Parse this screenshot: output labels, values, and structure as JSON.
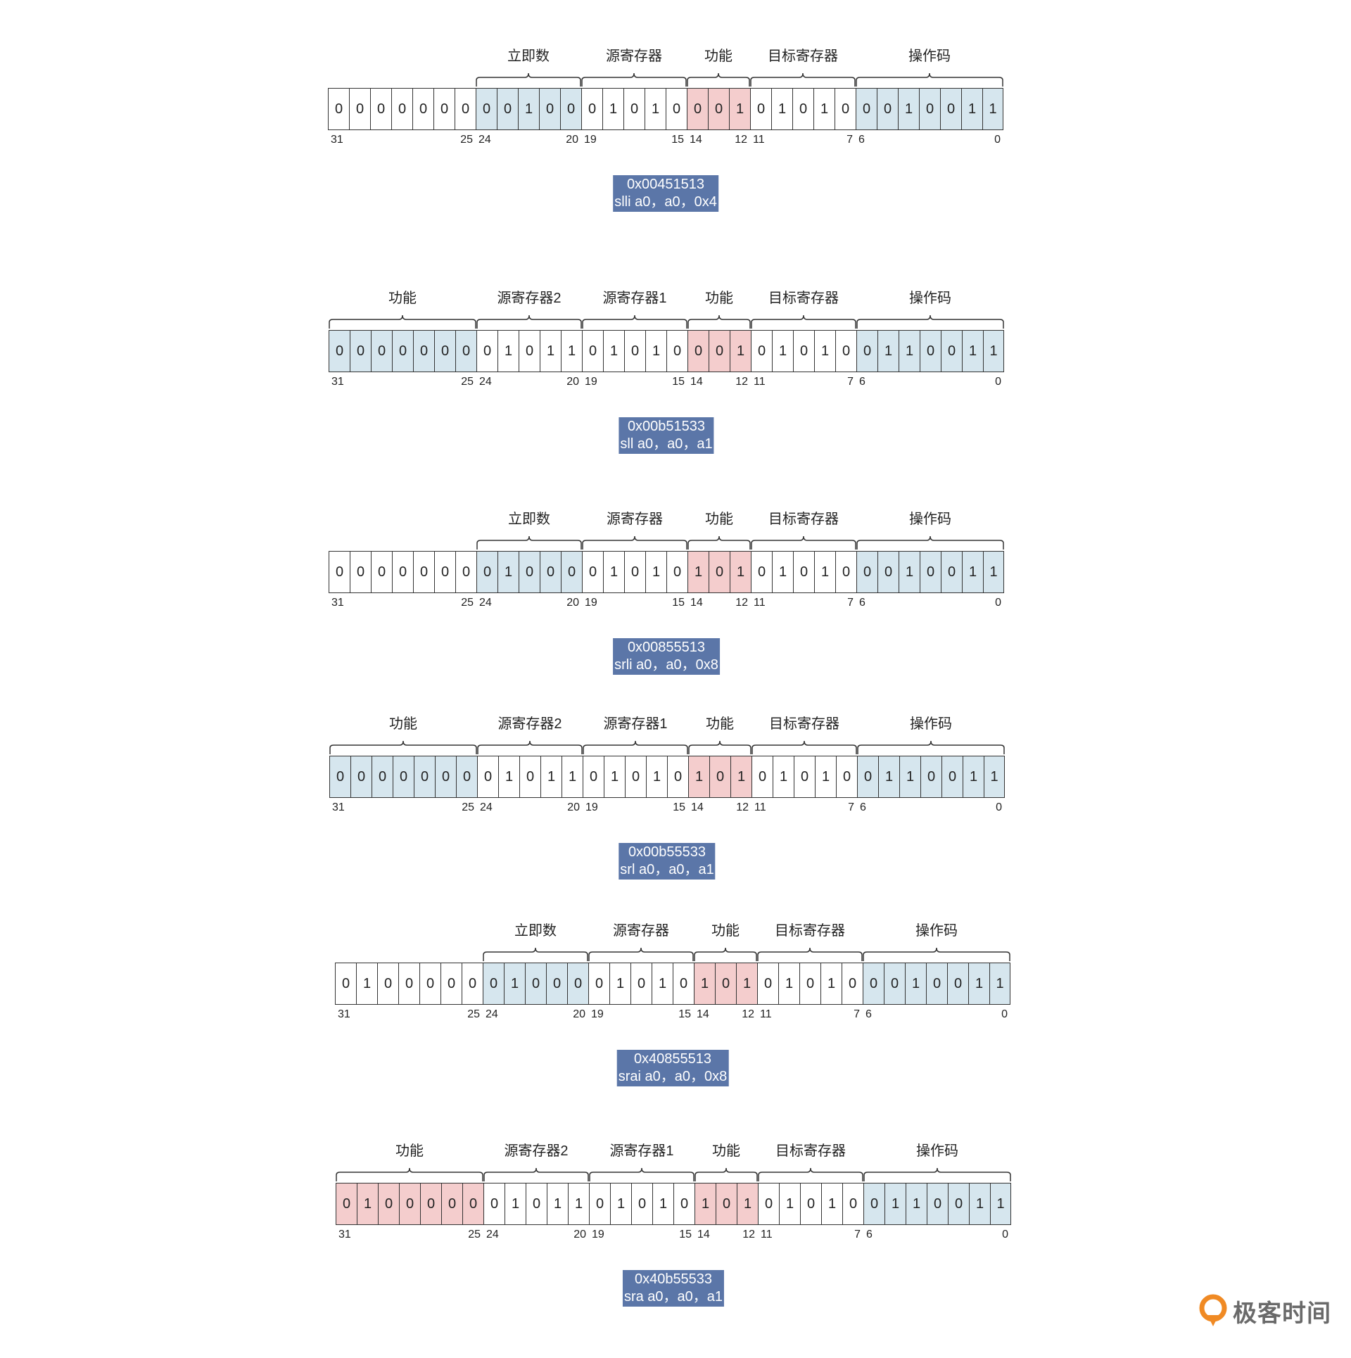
{
  "colors": {
    "plain": "#ffffff",
    "blue": "#d6e6ee",
    "red": "#f4cdcd",
    "caption_bg": "#5b76a8",
    "caption_text": "#ffffff",
    "logo_orange": "#f08a24"
  },
  "bit_numbers": [
    "31",
    "25",
    "24",
    "20",
    "19",
    "15",
    "14",
    "12",
    "11",
    "7",
    "6",
    "0"
  ],
  "diagrams": [
    {
      "fields": [
        {
          "label": "",
          "hi": 31,
          "lo": 25,
          "bits": "0000000",
          "color": "plain",
          "brace": false
        },
        {
          "label": "立即数",
          "hi": 24,
          "lo": 20,
          "bits": "00100",
          "color": "blue",
          "brace": true
        },
        {
          "label": "源寄存器",
          "hi": 19,
          "lo": 15,
          "bits": "01010",
          "color": "plain",
          "brace": true
        },
        {
          "label": "功能",
          "hi": 14,
          "lo": 12,
          "bits": "001",
          "color": "red",
          "brace": true
        },
        {
          "label": "目标寄存器",
          "hi": 11,
          "lo": 7,
          "bits": "01010",
          "color": "plain",
          "brace": true
        },
        {
          "label": "操作码",
          "hi": 6,
          "lo": 0,
          "bits": "0010011",
          "color": "blue",
          "brace": true
        }
      ],
      "hex": "0x00451513",
      "asm": "slli a0，a0，0x4"
    },
    {
      "fields": [
        {
          "label": "功能",
          "hi": 31,
          "lo": 25,
          "bits": "0000000",
          "color": "blue",
          "brace": true
        },
        {
          "label": "源寄存器2",
          "hi": 24,
          "lo": 20,
          "bits": "01011",
          "color": "plain",
          "brace": true
        },
        {
          "label": "源寄存器1",
          "hi": 19,
          "lo": 15,
          "bits": "01010",
          "color": "plain",
          "brace": true
        },
        {
          "label": "功能",
          "hi": 14,
          "lo": 12,
          "bits": "001",
          "color": "red",
          "brace": true
        },
        {
          "label": "目标寄存器",
          "hi": 11,
          "lo": 7,
          "bits": "01010",
          "color": "plain",
          "brace": true
        },
        {
          "label": "操作码",
          "hi": 6,
          "lo": 0,
          "bits": "0110011",
          "color": "blue",
          "brace": true
        }
      ],
      "hex": "0x00b51533",
      "asm": "sll a0，a0，a1"
    },
    {
      "fields": [
        {
          "label": "",
          "hi": 31,
          "lo": 25,
          "bits": "0000000",
          "color": "plain",
          "brace": false
        },
        {
          "label": "立即数",
          "hi": 24,
          "lo": 20,
          "bits": "01000",
          "color": "blue",
          "brace": true
        },
        {
          "label": "源寄存器",
          "hi": 19,
          "lo": 15,
          "bits": "01010",
          "color": "plain",
          "brace": true
        },
        {
          "label": "功能",
          "hi": 14,
          "lo": 12,
          "bits": "101",
          "color": "red",
          "brace": true
        },
        {
          "label": "目标寄存器",
          "hi": 11,
          "lo": 7,
          "bits": "01010",
          "color": "plain",
          "brace": true
        },
        {
          "label": "操作码",
          "hi": 6,
          "lo": 0,
          "bits": "0010011",
          "color": "blue",
          "brace": true
        }
      ],
      "hex": "0x00855513",
      "asm": "srli a0，a0，0x8"
    },
    {
      "fields": [
        {
          "label": "功能",
          "hi": 31,
          "lo": 25,
          "bits": "0000000",
          "color": "blue",
          "brace": true
        },
        {
          "label": "源寄存器2",
          "hi": 24,
          "lo": 20,
          "bits": "01011",
          "color": "plain",
          "brace": true
        },
        {
          "label": "源寄存器1",
          "hi": 19,
          "lo": 15,
          "bits": "01010",
          "color": "plain",
          "brace": true
        },
        {
          "label": "功能",
          "hi": 14,
          "lo": 12,
          "bits": "101",
          "color": "red",
          "brace": true
        },
        {
          "label": "目标寄存器",
          "hi": 11,
          "lo": 7,
          "bits": "01010",
          "color": "plain",
          "brace": true
        },
        {
          "label": "操作码",
          "hi": 6,
          "lo": 0,
          "bits": "0110011",
          "color": "blue",
          "brace": true
        }
      ],
      "hex": "0x00b55533",
      "asm": "srl a0，a0，a1"
    },
    {
      "fields": [
        {
          "label": "",
          "hi": 31,
          "lo": 25,
          "bits": "0100000",
          "color": "plain",
          "brace": false
        },
        {
          "label": "立即数",
          "hi": 24,
          "lo": 20,
          "bits": "01000",
          "color": "blue",
          "brace": true
        },
        {
          "label": "源寄存器",
          "hi": 19,
          "lo": 15,
          "bits": "01010",
          "color": "plain",
          "brace": true
        },
        {
          "label": "功能",
          "hi": 14,
          "lo": 12,
          "bits": "101",
          "color": "red",
          "brace": true
        },
        {
          "label": "目标寄存器",
          "hi": 11,
          "lo": 7,
          "bits": "01010",
          "color": "plain",
          "brace": true
        },
        {
          "label": "操作码",
          "hi": 6,
          "lo": 0,
          "bits": "0010011",
          "color": "blue",
          "brace": true
        }
      ],
      "hex": "0x40855513",
      "asm": "srai a0，a0，0x8"
    },
    {
      "fields": [
        {
          "label": "功能",
          "hi": 31,
          "lo": 25,
          "bits": "0100000",
          "color": "red",
          "brace": true
        },
        {
          "label": "源寄存器2",
          "hi": 24,
          "lo": 20,
          "bits": "01011",
          "color": "plain",
          "brace": true
        },
        {
          "label": "源寄存器1",
          "hi": 19,
          "lo": 15,
          "bits": "01010",
          "color": "plain",
          "brace": true
        },
        {
          "label": "功能",
          "hi": 14,
          "lo": 12,
          "bits": "101",
          "color": "red",
          "brace": true
        },
        {
          "label": "目标寄存器",
          "hi": 11,
          "lo": 7,
          "bits": "01010",
          "color": "plain",
          "brace": true
        },
        {
          "label": "操作码",
          "hi": 6,
          "lo": 0,
          "bits": "0110011",
          "color": "blue",
          "brace": true
        }
      ],
      "hex": "0x40b55533",
      "asm": "sra a0，a0，a1"
    }
  ],
  "watermark": {
    "text": "极客时间",
    "icon": "geektime-logo-icon"
  }
}
